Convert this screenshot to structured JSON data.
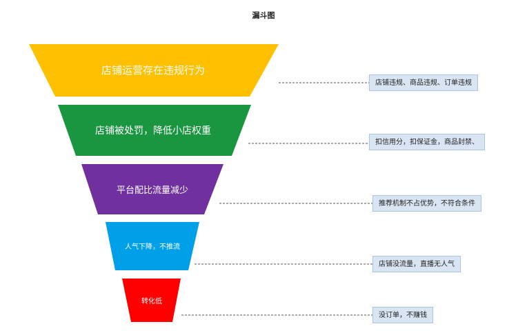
{
  "title": "漏斗图",
  "stages": [
    {
      "label": "店铺运营存在违规行为",
      "color": "#ffc000"
    },
    {
      "label": "店铺被处罚，降低小店权重",
      "color": "#1a9641"
    },
    {
      "label": "平台配比流量减少",
      "color": "#7030a0"
    },
    {
      "label": "人气下降，不推流",
      "color": "#00a0e9"
    },
    {
      "label": "转化低",
      "color": "#ff0000"
    }
  ],
  "notes": [
    "店铺违规、商品违规、订单违规",
    "扣信用分，扣保证金，商品封禁、",
    "推荐机制不占优势，不符合条件",
    "店铺没流量，直播无人气",
    "没订单，不赚钱"
  ]
}
